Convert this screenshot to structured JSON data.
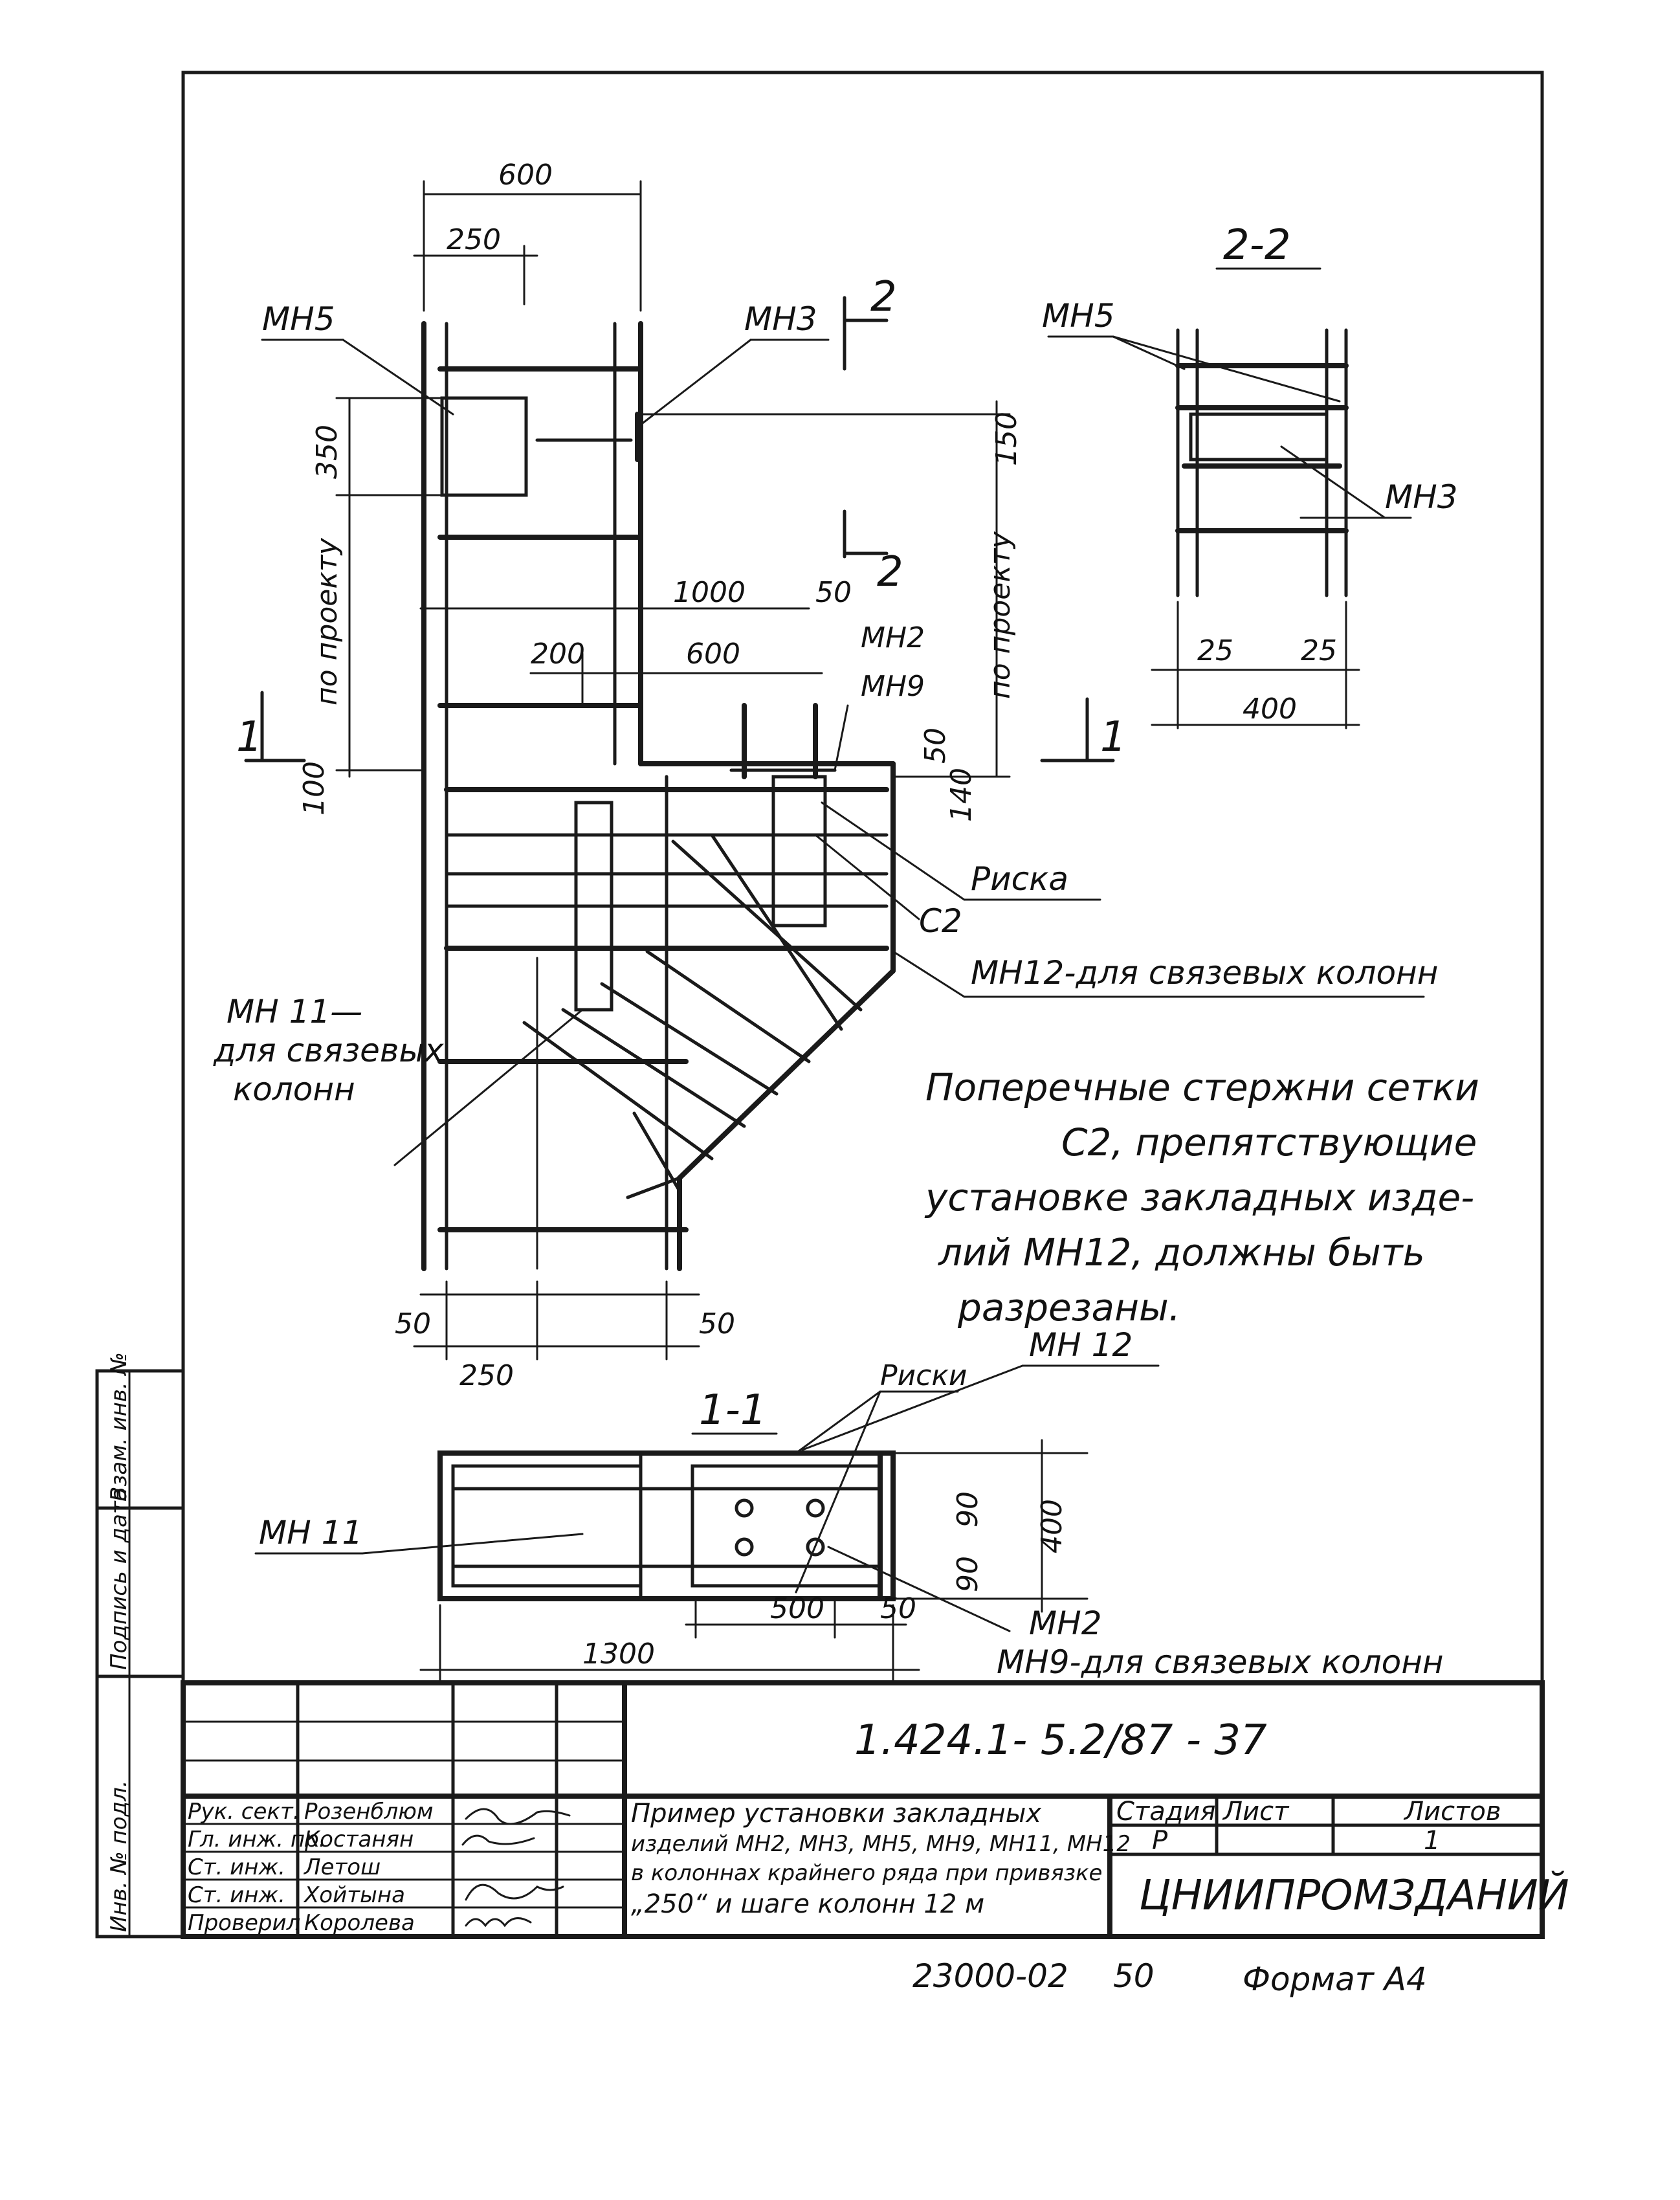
{
  "drawing": {
    "dims_top": {
      "w600": "600",
      "w250": "250",
      "h350": "350",
      "h150": "150",
      "by_project": "по проекту",
      "w1000": "1000",
      "w50": "50",
      "w200": "200",
      "w600b": "600",
      "h50": "50",
      "h100": "100",
      "h140": "140"
    },
    "labels": {
      "mh5": "МН5",
      "mh3": "МН3",
      "mh2": "МН2",
      "mh9": "МН9",
      "riska": "Риска",
      "c2": "С2",
      "mh12_note": "МН12-для связевых колонн",
      "mh11_note_1": "МН 11—",
      "mh11_note_2": "для связевых",
      "mh11_note_3": "колонн"
    },
    "section_marks": {
      "s2_top": "2",
      "s2_bottom": "2",
      "s1_left": "1",
      "s1_right": "1"
    },
    "dims_bottom": {
      "d50a": "50",
      "d250": "250",
      "d50b": "50"
    },
    "note": {
      "l1": "Поперечные стержни сетки",
      "l2": "С2, препятствующие",
      "l3": "установке закладных изде-",
      "l4": "лий МН12, должны быть",
      "l5": "разрезаны."
    },
    "section22": {
      "title": "2-2",
      "mh5": "МН5",
      "mh3": "МН3",
      "d25a": "25",
      "d25b": "25",
      "d400": "400"
    },
    "section11": {
      "title": "1-1",
      "riski": "Риски",
      "mh12": "МН 12",
      "mh11": "МН 11",
      "d90a": "90",
      "d90b": "90",
      "d400": "400",
      "d500": "500",
      "d50": "50",
      "d1300": "1300",
      "mh2": "МН2",
      "mh9": "МН9-для связевых колонн"
    }
  },
  "side_stamp": {
    "inv_vzam": "Взам. инв. №",
    "sign_date": "Подпись и дата",
    "inv_podl": "Инв. № подл."
  },
  "title_block": {
    "code": "1.424.1- 5.2/87 - 37",
    "people": [
      {
        "role": "Рук. сект.",
        "name": "Розенблюм"
      },
      {
        "role": "Гл. инж. пр.",
        "name": "Костанян"
      },
      {
        "role": "Ст. инж.",
        "name": "Летош"
      },
      {
        "role": "Ст. инж.",
        "name": "Хойтына"
      },
      {
        "role": "Проверил",
        "name": "Королева"
      }
    ],
    "title_l1": "Пример установки закладных",
    "title_l2": "изделий МН2, МН3, МН5, МН9, МН11, МН12",
    "title_l3": "в колоннах крайнего ряда при привязке",
    "title_l4": "„250“ и шаге колонн 12 м",
    "stage_h": "Стадия",
    "sheet_h": "Лист",
    "sheets_h": "Листов",
    "stage": "Р",
    "sheets": "1",
    "org": "ЦНИИПРОМЗДАНИЙ"
  },
  "footer": {
    "doc": "23000-02",
    "num": "50",
    "format": "Формат А4"
  }
}
